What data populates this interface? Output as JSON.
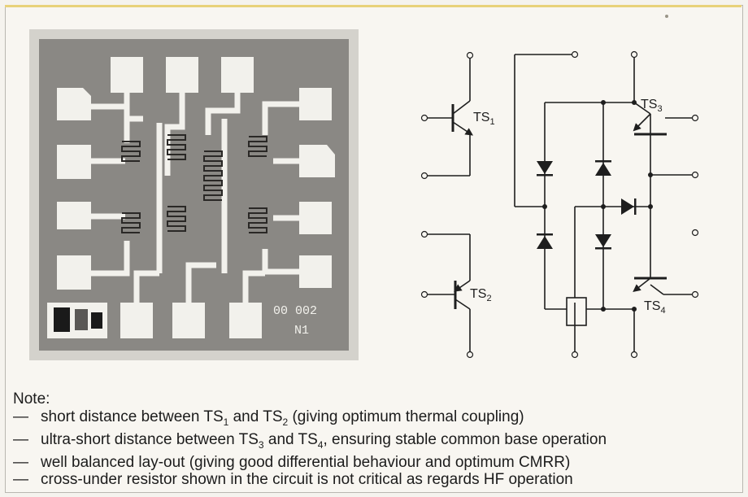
{
  "die": {
    "marking_line1": "00 002",
    "marking_line2": "N1"
  },
  "circuit": {
    "ts1": {
      "base": "TS",
      "sub": "1"
    },
    "ts2": {
      "base": "TS",
      "sub": "2"
    },
    "ts3": {
      "base": "TS",
      "sub": "3"
    },
    "ts4": {
      "base": "TS",
      "sub": "4"
    }
  },
  "notes": {
    "heading": "Note:",
    "dash": "—",
    "items": [
      {
        "pre": "short distance between TS",
        "s1": "1",
        "mid": " and TS",
        "s2": "2",
        "post": " (giving optimum thermal coupling)"
      },
      {
        "pre": "ultra-short distance between TS",
        "s1": "3",
        "mid": " and TS",
        "s2": "4",
        "post": ", ensuring stable common base operation"
      },
      {
        "text": "well balanced lay-out (giving good differential behaviour and optimum CMRR)"
      },
      {
        "text": "cross-under resistor shown in the circuit is not critical as regards HF operation"
      }
    ]
  }
}
